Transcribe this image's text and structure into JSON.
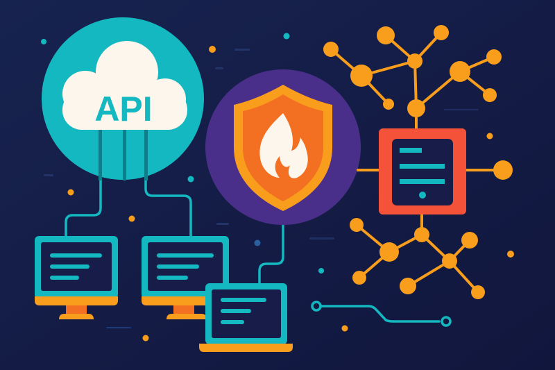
{
  "illustration": {
    "theme": "API security and networking",
    "cloud": {
      "label": "API",
      "icon": "cloud-icon"
    },
    "shield": {
      "icon": "shield-flame-icon"
    },
    "devices": [
      {
        "type": "desktop-monitor",
        "icon": "monitor-icon"
      },
      {
        "type": "desktop-monitor",
        "icon": "monitor-icon"
      },
      {
        "type": "laptop",
        "icon": "laptop-icon"
      }
    ],
    "hub": {
      "icon": "tablet-device-icon"
    },
    "network_graphs": [
      "network-graph-top",
      "network-graph-bottom"
    ],
    "circuit_trace": {
      "icon": "circuit-trace-icon"
    }
  },
  "colors": {
    "background_top": "#16204a",
    "background_bottom": "#121840",
    "teal": "#14b8c0",
    "teal_dark": "#0e7f8a",
    "cream": "#fdf6ec",
    "orange": "#f99e1c",
    "orange_deep": "#f36f21",
    "red_orange": "#f4533a",
    "purple": "#4a2f8a",
    "navy": "#171c49"
  }
}
